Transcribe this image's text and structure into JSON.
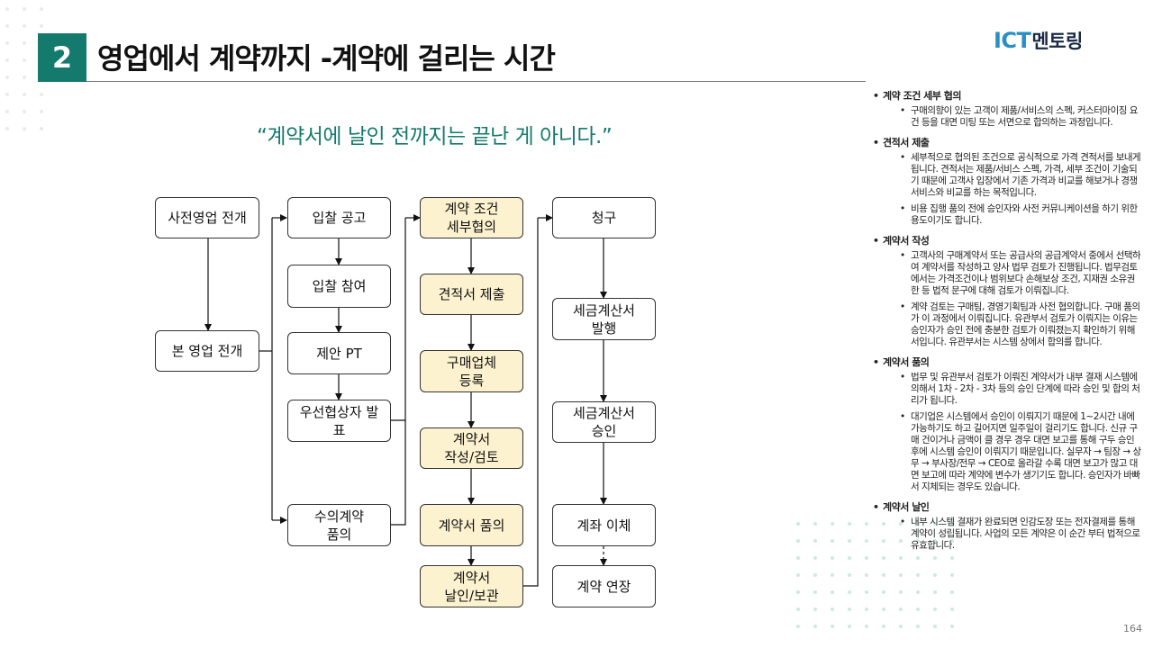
{
  "header": {
    "section_number": "2",
    "title": "영업에서 계약까지 -계약에 걸리는 시간",
    "logo_part1": "ICT",
    "logo_part2": "멘토링"
  },
  "quote": "“계약서에 날인 전까지는 끝난 게 아니다.”",
  "colors": {
    "accent": "#157a6e",
    "highlight": "#fdf2cf",
    "logo_blue": "#2a8fc4"
  },
  "diagram": {
    "col1": [
      "사전영업 전개",
      "본 영업 전개"
    ],
    "col2": [
      "입찰 공고",
      "입찰 참여",
      "제안 PT",
      "우선협상자 발\n표",
      "수의계약\n품의"
    ],
    "col3": [
      "계약 조건\n세부협의",
      "견적서 제출",
      "구매업체\n등록",
      "계약서\n작성/검토",
      "계약서 품의",
      "계약서\n날인/보관"
    ],
    "col4": [
      "청구",
      "세금계산서\n발행",
      "세금계산서\n승인",
      "계좌 이체",
      "계약 연장"
    ]
  },
  "notes": [
    {
      "title": "계약 조건 세부 협의",
      "items": [
        "구매의향이 있는 고객이 제품/서비스의 스펙, 커스터마이징 요건 등을 대면 미팅 또는 서면으로 합의하는 과정입니다."
      ]
    },
    {
      "title": "견적서 제출",
      "items": [
        "세부적으로 협의된 조건으로 공식적으로 가격 견적서를 보내게 됩니다. 견적서는 제품/서비스 스펙, 가격, 세부 조건이 기술되기 때문에 고객사 입장에서 기존 가격과 비교를 해보거나 경쟁 서비스와 비교를 하는 목적입니다.",
        "비용 집행 품의 전에 승인자와 사전 커뮤니케이션을 하기 위한 용도이기도 합니다."
      ]
    },
    {
      "title": "계약서 작성",
      "items": [
        "고객사의 구매계약서 또는 공급사의 공급계약서 중에서 선택하여 계약서를 작성하고 양사 법무 검토가 진행됩니다. 법무검토에서는 가격조건이나 범위보다 손해보상 조건, 지재권 소유권한 등 법적 문구에 대해 검토가 이뤄집니다.",
        "계약 검토는 구매팀, 경영기획팀과 사전 협의합니다. 구매 품의가 이 과정에서 이뤄집니다. 유관부서 검토가 이뤄지는 이유는 승인자가 승인 전에 충분한 검토가 이뤄졌는지 확인하기 위해서입니다. 유관부서는 시스템 상에서 합의를 합니다."
      ]
    },
    {
      "title": "계약서 품의",
      "items": [
        "법무 및 유관부서 검토가 이뤄진 계약서가 내부 결재 시스템에 의해서 1차 - 2차 - 3차 등의 승인 단계에 따라 승인 및 합의 처리가 됩니다.",
        "대기업은 시스템에서 승인이 이뤄지기 때문에 1~2시간 내에 가능하기도 하고 길어지면 일주일이 걸리기도 합니다. 신규 구매 건이거나 금액이 클 경우 경우 대면 보고를 통해 구두 승인 후에 시스템 승인이 이뤄지기 때문입니다. 실무자 → 팀장 → 상무 → 부사장/전무 → CEO로 올라갈 수록 대면 보고가 많고 대면 보고에 따라 계약에 변수가 생기기도 합니다. 승인자가 바빠서 지체되는 경우도 있습니다."
      ]
    },
    {
      "title": "계약서 날인",
      "items": [
        "내부 시스템 결재가 완료되면 인감도장 또는 전자결제를 통해 계약이 성립됩니다. 사업의 모든 계약은 이 순간 부터 법적으로 유효합니다."
      ]
    }
  ],
  "page_number": "164"
}
